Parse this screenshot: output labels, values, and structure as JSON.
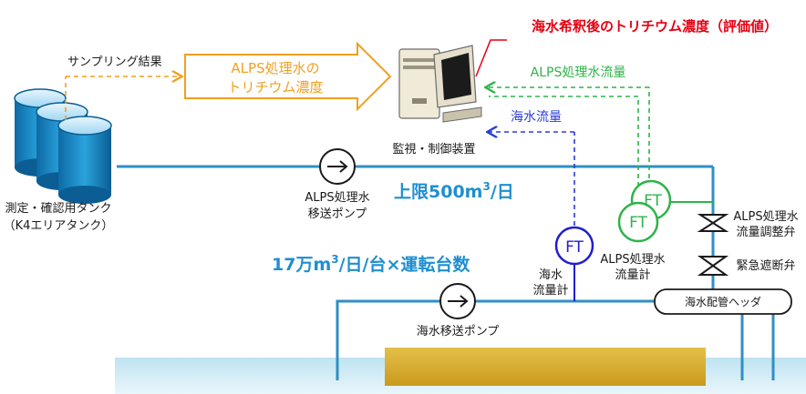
{
  "labels": {
    "sampling_result": "サンプリング結果",
    "alps_conc_line1": "ALPS処理水の",
    "alps_conc_line2": "トリチウム濃度",
    "evaluation": "海水希釈後のトリチウム濃度（評価値）",
    "alps_flow_signal": "ALPS処理水流量",
    "seawater_flow_signal": "海水流量",
    "monitor_label": "監視・制御装置",
    "tank_line1": "測定・確認用タンク",
    "tank_line2": "（K4エリアタンク）",
    "alps_pump_line1": "ALPS処理水",
    "alps_pump_line2": "移送ポンプ",
    "limit_prefix": "上限500m",
    "limit_sup": "3",
    "limit_suffix": "/日",
    "capacity_prefix": "17万m",
    "capacity_sup": "3",
    "capacity_suffix": "/日/台×運転台数",
    "ft": "FT",
    "seawater_meter_line1": "海水",
    "seawater_meter_line2": "流量計",
    "alps_meter_line1": "ALPS処理水",
    "alps_meter_line2": "流量計",
    "valve1_line1": "ALPS処理水",
    "valve1_line2": "流量調整弁",
    "valve2": "緊急遮断弁",
    "header_pipe": "海水配管ヘッダ",
    "seawater_pump": "海水移送ポンプ"
  },
  "colors": {
    "pipe": "#2f8fc4",
    "sampling": "#f0a020",
    "alps_signal": "#2fb34a",
    "seawater_signal": "#2a3bd8",
    "evaluation": "#e60012",
    "blue_text": "#1f8fd0",
    "ft_blue": "#1f1fd0",
    "sea": "#bfe3f2",
    "sand": "#d9b43a"
  },
  "icons": {
    "tanks": "storage-tank-icon",
    "computer": "computer-icon",
    "pump": "pump-icon",
    "valve": "valve-icon"
  }
}
